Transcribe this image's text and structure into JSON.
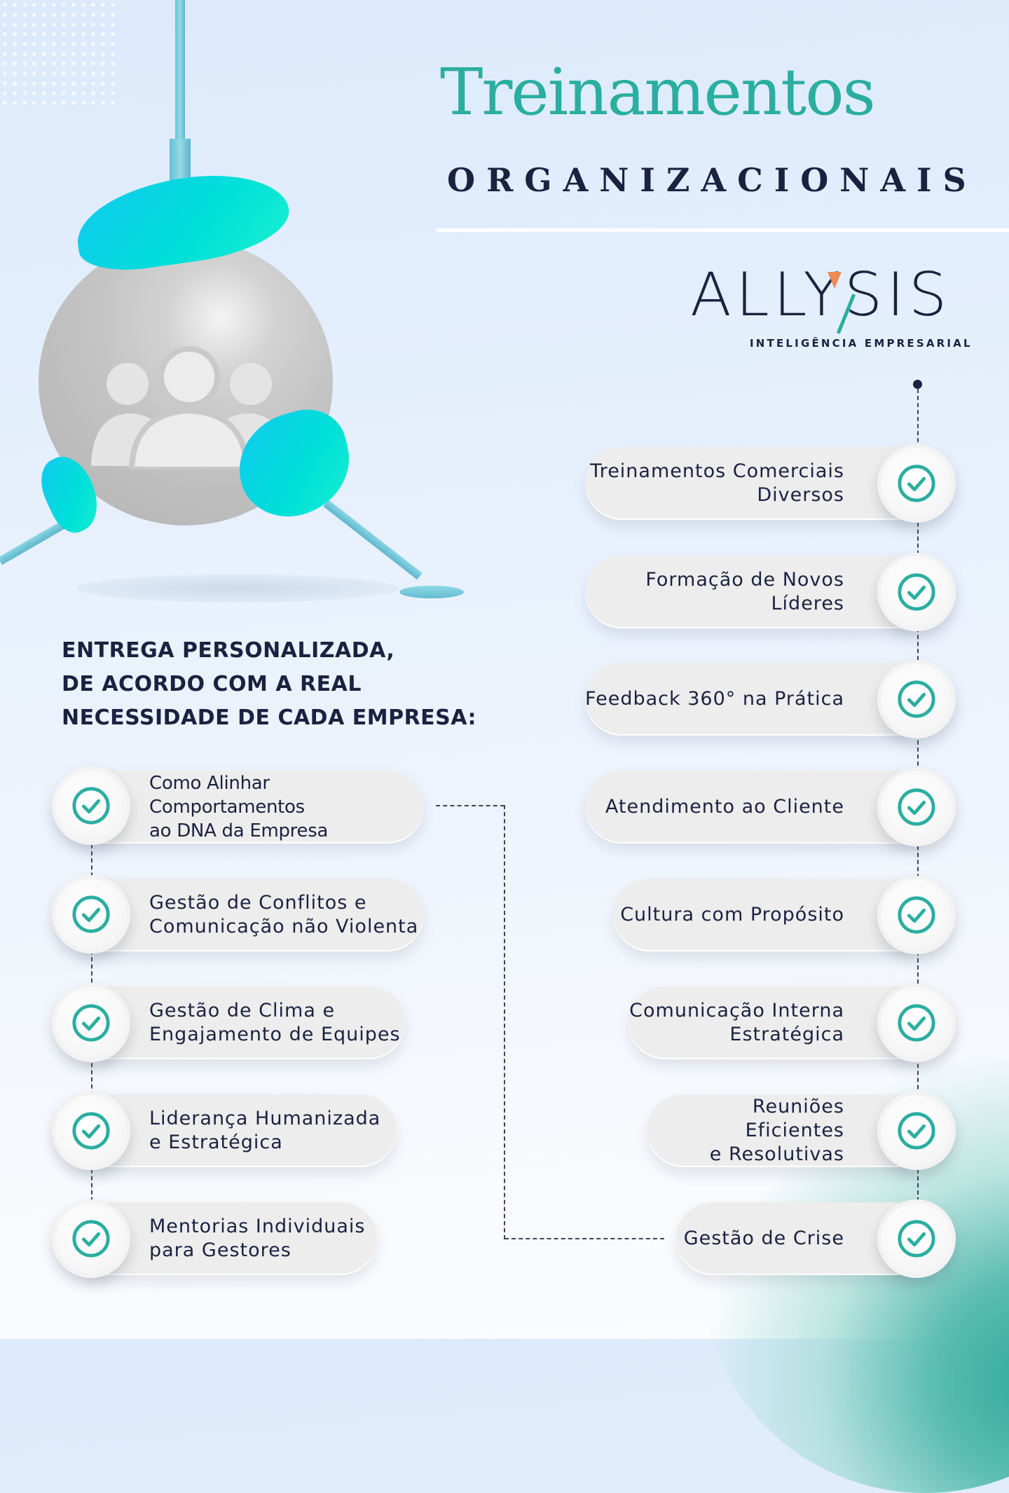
{
  "header": {
    "title": "Treinamentos",
    "subtitle": "ORGANIZACIONAIS"
  },
  "logo": {
    "wordmark": "ALLYSIS",
    "tagline": "INTELIGÊNCIA EMPRESARIAL"
  },
  "intro": {
    "lines": [
      "ENTREGA PERSONALIZADA,",
      "DE ACORDO COM A REAL",
      "NECESSIDADE DE CADA EMPRESA:"
    ]
  },
  "colors": {
    "accent_teal": "#2aaea0",
    "navy": "#1b2240",
    "logo_orange": "#ef8a54",
    "pill_bg": "#ededed"
  },
  "icons": {
    "item_icon": "check-circle-icon",
    "illustration_icon": "people-group-icon"
  },
  "left_list": {
    "items": [
      {
        "line1": "Como Alinhar Comportamentos",
        "line2": "ao DNA da Empresa"
      },
      {
        "line1": "Gestão de Conflitos e",
        "line2": "Comunicação não Violenta"
      },
      {
        "line1": "Gestão de Clima e",
        "line2": "Engajamento de Equipes"
      },
      {
        "line1": "Liderança Humanizada",
        "line2": "e Estratégica"
      },
      {
        "line1": "Mentorias Individuais",
        "line2": "para Gestores"
      }
    ]
  },
  "right_list": {
    "items": [
      {
        "line1": "Treinamentos Comerciais",
        "line2": "Diversos"
      },
      {
        "line1": "Formação de Novos Líderes",
        "line2": ""
      },
      {
        "line1": "Feedback 360° na Prática",
        "line2": ""
      },
      {
        "line1": "Atendimento ao Cliente",
        "line2": ""
      },
      {
        "line1": "Cultura com Propósito",
        "line2": ""
      },
      {
        "line1": "Comunicação Interna",
        "line2": "Estratégica"
      },
      {
        "line1": "Reuniões Eficientes",
        "line2": "e Resolutivas"
      },
      {
        "line1": "Gestão de Crise",
        "line2": ""
      }
    ]
  }
}
